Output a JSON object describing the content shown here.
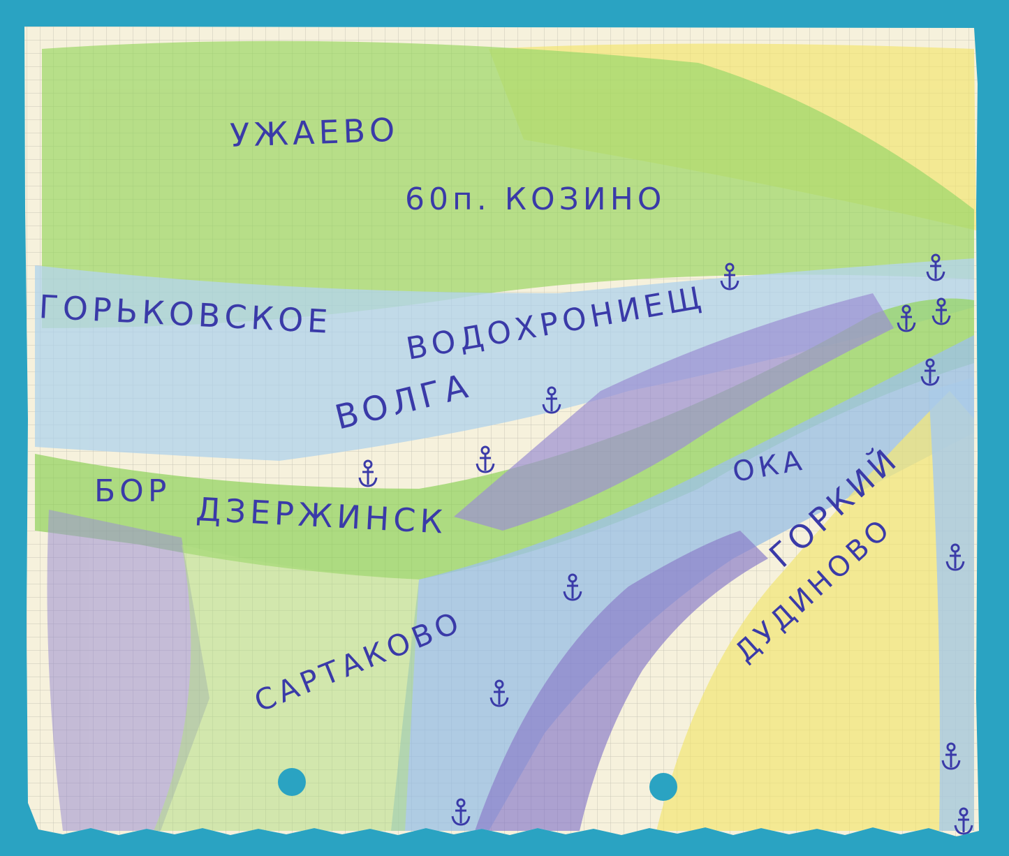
{
  "map": {
    "colors": {
      "background": "#2aa3c2",
      "paper": "#f6f1dc",
      "grid": "#c9c6b8",
      "ink": "#3a3aa8",
      "green": "#7ccf4a",
      "yellow": "#f2e46a",
      "blue": "#7fb3e3",
      "violet": "#7a6cc8"
    },
    "labels": {
      "uzhaevo": "УЖАЕВО",
      "kozino": "60п. КОЗИНО",
      "gorkovskoe": "ГОРЬКОВСКОЕ",
      "vodokhranilishche": "ВОДОХРОНИЕЩ",
      "volga": "ВОЛГА",
      "bor": "БОР",
      "dzerzhinsk": "ДЗЕРЖИНСК",
      "oka": "ОКА",
      "gorkiy": "ГОРКИЙ",
      "dudinovo": "ДУДИНОВО",
      "sartakovo": "САРТАКОВО"
    },
    "icons": {
      "anchor": "anchor-icon",
      "punch_hole": "punch-hole"
    }
  }
}
